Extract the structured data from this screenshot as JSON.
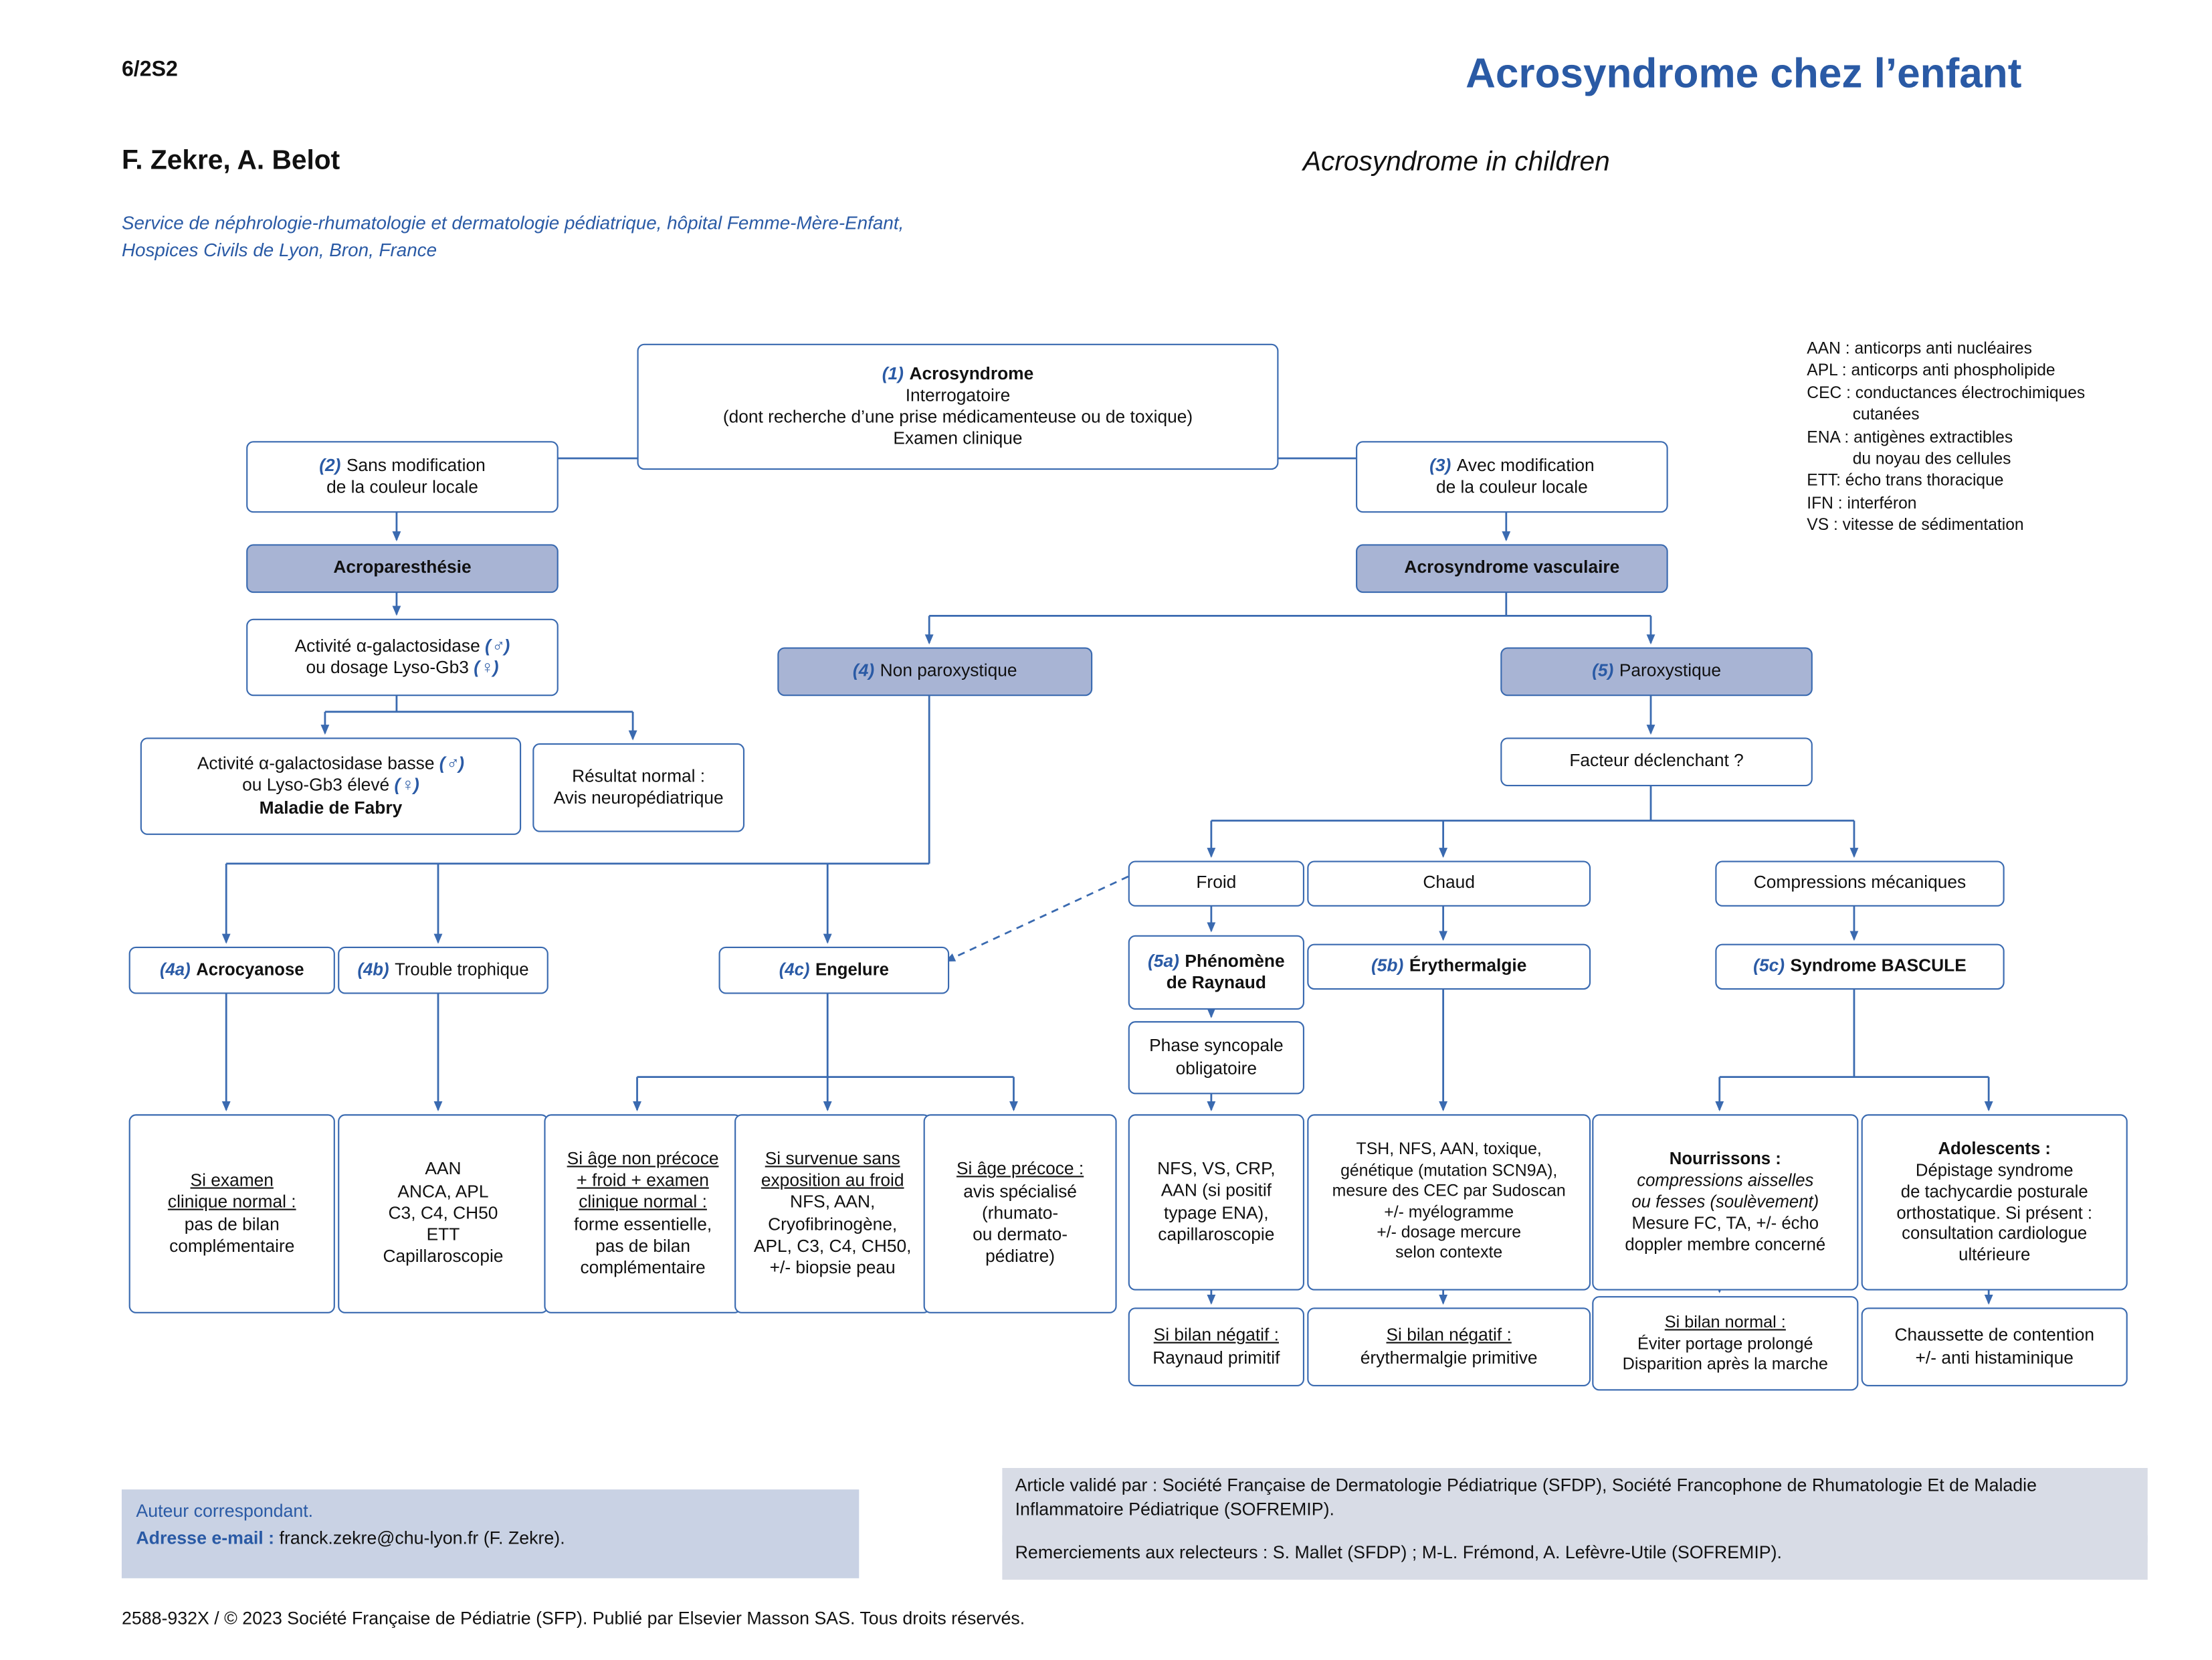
{
  "colors": {
    "accent_blue": "#2a5aa5",
    "box_border": "#3a6ab0",
    "box_fill": "#a8b4d4",
    "footer_left_bg": "#c9d2e4",
    "footer_right_bg": "#d8dce6"
  },
  "header": {
    "page_code": "6/2S2",
    "title_fr": "Acrosyndrome chez l’enfant",
    "title_en": "Acrosyndrome in children",
    "authors": "F. Zekre, A. Belot",
    "affiliation": "Service de néphrologie-rhumatologie et dermatologie pédiatrique, hôpital Femme-Mère-Enfant,\nHospices Civils de Lyon, Bron, France"
  },
  "legend": {
    "lines": [
      "AAN : anticorps anti nucléaires",
      "APL : anticorps anti phospholipide",
      "CEC : conductances électrochimiques",
      "          cutanées",
      "ENA : antigènes extractibles",
      "          du noyau des cellules",
      "ETT: écho trans thoracique",
      "IFN : interféron",
      "VS : vitesse de sédimentation"
    ]
  },
  "nodes": {
    "n1": {
      "num": "(1)",
      "title": "Acrosyndrome",
      "line1": "Interrogatoire",
      "line2": "(dont recherche d’une prise médicamenteuse ou de toxique)",
      "line3": "Examen clinique"
    },
    "n2": {
      "num": "(2)",
      "line1": "Sans modification",
      "line2": "de la couleur locale"
    },
    "n3": {
      "num": "(3)",
      "line1": "Avec modification",
      "line2": "de la couleur locale"
    },
    "acroparesthesie": {
      "label": "Acroparesthésie"
    },
    "activite": {
      "line1": "Activité α-galactosidase ",
      "sym1": "(♂)",
      "line2": "ou dosage Lyso-Gb3 ",
      "sym2": "(♀)"
    },
    "fabry": {
      "line1": "Activité α-galactosidase basse ",
      "sym1": "(♂)",
      "line2": "ou Lyso-Gb3 élevé ",
      "sym2": "(♀)",
      "line3": "Maladie de Fabry"
    },
    "resultat": {
      "line1": "Résultat normal :",
      "line2": "Avis neuropédiatrique"
    },
    "vasculaire": {
      "label": "Acrosyndrome vasculaire"
    },
    "n4": {
      "num": "(4)",
      "label": "Non paroxystique"
    },
    "n5": {
      "num": "(5)",
      "label": "Paroxystique"
    },
    "facteur": {
      "label": "Facteur déclenchant ?"
    },
    "froid": {
      "label": "Froid"
    },
    "chaud": {
      "label": "Chaud"
    },
    "compressions": {
      "label": "Compressions mécaniques"
    },
    "n4a": {
      "num": "(4a)",
      "label": "Acrocyanose"
    },
    "n4b": {
      "num": "(4b)",
      "label": "Trouble trophique"
    },
    "n4c": {
      "num": "(4c)",
      "label": "Engelure"
    },
    "n5a": {
      "num": "(5a)",
      "line1": "Phénomène",
      "line2": "de Raynaud"
    },
    "n5b": {
      "num": "(5b)",
      "label": "Érythermalgie"
    },
    "n5c": {
      "num": "(5c)",
      "label": "Syndrome BASCULE"
    },
    "phase": {
      "text": "Phase syncopale\nobligatoire"
    },
    "exam_normal": {
      "underlined": "Si examen\nclinique normal :",
      "rest": "pas de bilan\ncomplémentaire"
    },
    "bilan_trophique": {
      "text": "AAN\nANCA, APL\nC3, C4, CH50\nETT\nCapillaroscopie"
    },
    "engelure_age_non_precoce": {
      "underlined": "Si âge non précoce\n+ froid + examen\nclinique normal :",
      "rest": "forme essentielle,\npas de bilan\ncomplémentaire"
    },
    "engelure_sans_froid": {
      "underlined": "Si survenue sans\nexposition au froid",
      "rest": "NFS, AAN,\nCryofibrinogène,\nAPL, C3, C4, CH50,\n+/- biopsie peau"
    },
    "engelure_age_precoce": {
      "underlined": "Si âge précoce :",
      "rest": "avis spécialisé\n(rhumato-\nou dermato-\npédiatre)"
    },
    "bilan_raynaud": {
      "text": "NFS, VS, CRP,\nAAN (si positif\ntypage ENA),\ncapillaroscopie"
    },
    "bilan_erythermalgie": {
      "text": "TSH, NFS, AAN, toxique,\ngénétique (mutation SCN9A),\nmesure des CEC par Sudoscan\n+/- myélogramme\n+/- dosage mercure\nselon contexte"
    },
    "bascule_nourrissons": {
      "title": "Nourrissons :",
      "italic": "compressions aisselles\nou fesses (soulèvement)",
      "rest": "Mesure FC, TA, +/- écho\ndoppler membre concerné"
    },
    "bascule_adolescents": {
      "title": "Adolescents :",
      "rest": "Dépistage syndrome\nde tachycardie posturale\northostatique. Si présent :\nconsultation cardiologue\nultérieure"
    },
    "raynaud_primitif": {
      "underlined": "Si bilan négatif :",
      "rest": "Raynaud primitif"
    },
    "erythermalgie_primitive": {
      "underlined": "Si bilan négatif :",
      "rest": "érythermalgie primitive"
    },
    "bascule_bilan_normal": {
      "underlined": "Si bilan normal :",
      "rest": "Éviter portage prolongé\nDisparition après la marche"
    },
    "contention": {
      "text": "Chaussette de contention\n+/- anti histaminique"
    }
  },
  "footer": {
    "correspondent": "Auteur correspondant.",
    "email_label": "Adresse e-mail :",
    "email_value": "franck.zekre@chu-lyon.fr (F. Zekre).",
    "validated": "Article validé par : Société Française de Dermatologie Pédiatrique (SFDP), Société Francophone de Rhumatologie Et de Maladie Inflammatoire Pédiatrique (SOFREMIP).",
    "thanks": "Remerciements aux relecteurs : S. Mallet (SFDP) ; M-L. Frémond, A. Lefèvre-Utile (SOFREMIP).",
    "copyright": "2588-932X / © 2023 Société Française de Pédiatrie (SFP). Publié par Elsevier Masson SAS. Tous droits réservés."
  }
}
